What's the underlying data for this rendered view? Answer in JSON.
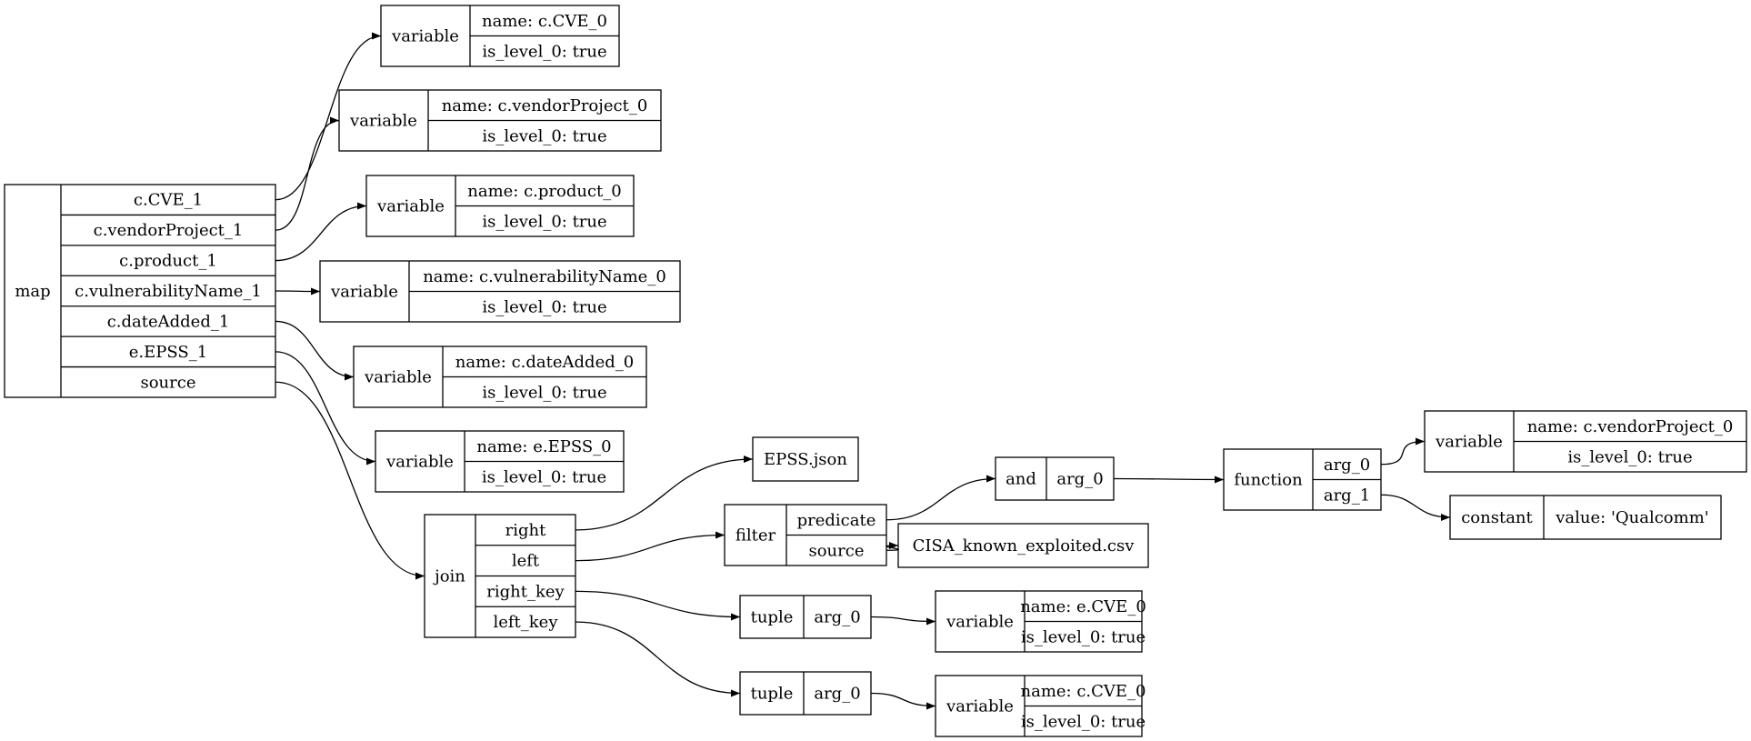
{
  "nodes": {
    "map": {
      "head": "map",
      "fields": [
        "c.CVE_1",
        "c.vendorProject_1",
        "c.product_1",
        "c.vulnerabilityName_1",
        "c.dateAdded_1",
        "e.EPSS_1",
        "source"
      ]
    },
    "var_cve0": {
      "head": "variable",
      "fields": [
        "name: c.CVE_0",
        "is_level_0: true"
      ]
    },
    "var_vendor0": {
      "head": "variable",
      "fields": [
        "name: c.vendorProject_0",
        "is_level_0: true"
      ]
    },
    "var_product0": {
      "head": "variable",
      "fields": [
        "name: c.product_0",
        "is_level_0: true"
      ]
    },
    "var_vulnname0": {
      "head": "variable",
      "fields": [
        "name: c.vulnerabilityName_0",
        "is_level_0: true"
      ]
    },
    "var_dateadded0": {
      "head": "variable",
      "fields": [
        "name: c.dateAdded_0",
        "is_level_0: true"
      ]
    },
    "var_epss0": {
      "head": "variable",
      "fields": [
        "name: e.EPSS_0",
        "is_level_0: true"
      ]
    },
    "join": {
      "head": "join",
      "fields": [
        "right",
        "left",
        "right_key",
        "left_key"
      ]
    },
    "epss_json": {
      "label": "EPSS.json"
    },
    "filter": {
      "head": "filter",
      "fields": [
        "predicate",
        "source"
      ]
    },
    "cisa_csv": {
      "label": "CISA_known_exploited.csv"
    },
    "and": {
      "head": "and",
      "fields": [
        "arg_0"
      ]
    },
    "function": {
      "head": "function",
      "fields": [
        "arg_0",
        "arg_1"
      ]
    },
    "var_vendor0_b": {
      "head": "variable",
      "fields": [
        "name: c.vendorProject_0",
        "is_level_0: true"
      ]
    },
    "constant": {
      "head": "constant",
      "fields": [
        "value: 'Qualcomm'"
      ]
    },
    "tuple_1": {
      "head": "tuple",
      "fields": [
        "arg_0"
      ]
    },
    "var_ecve0": {
      "head": "variable",
      "fields": [
        "name: e.CVE_0",
        "is_level_0: true"
      ]
    },
    "tuple_2": {
      "head": "tuple",
      "fields": [
        "arg_0"
      ]
    },
    "var_ccve0_b": {
      "head": "variable",
      "fields": [
        "name: c.CVE_0",
        "is_level_0: true"
      ]
    }
  },
  "edges": [
    {
      "from": "map",
      "from_field": 0,
      "to": "var_cve0"
    },
    {
      "from": "map",
      "from_field": 1,
      "to": "var_vendor0"
    },
    {
      "from": "map",
      "from_field": 2,
      "to": "var_product0"
    },
    {
      "from": "map",
      "from_field": 3,
      "to": "var_vulnname0"
    },
    {
      "from": "map",
      "from_field": 4,
      "to": "var_dateadded0"
    },
    {
      "from": "map",
      "from_field": 5,
      "to": "var_epss0"
    },
    {
      "from": "map",
      "from_field": 6,
      "to": "join"
    },
    {
      "from": "join",
      "from_field": 0,
      "to": "epss_json"
    },
    {
      "from": "join",
      "from_field": 1,
      "to": "filter"
    },
    {
      "from": "join",
      "from_field": 2,
      "to": "tuple_1"
    },
    {
      "from": "join",
      "from_field": 3,
      "to": "tuple_2"
    },
    {
      "from": "filter",
      "from_field": 0,
      "to": "and"
    },
    {
      "from": "filter",
      "from_field": 1,
      "to": "cisa_csv"
    },
    {
      "from": "and",
      "from_field": 0,
      "to": "function"
    },
    {
      "from": "function",
      "from_field": 0,
      "to": "var_vendor0_b"
    },
    {
      "from": "function",
      "from_field": 1,
      "to": "constant"
    },
    {
      "from": "tuple_1",
      "from_field": 0,
      "to": "var_ecve0"
    },
    {
      "from": "tuple_2",
      "from_field": 0,
      "to": "var_ccve0_b"
    }
  ]
}
